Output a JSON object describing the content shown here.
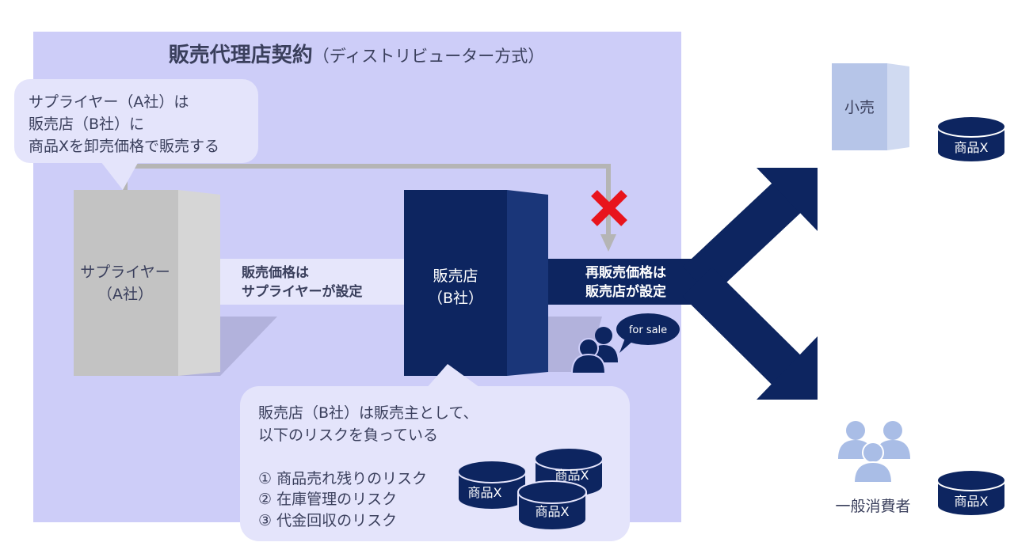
{
  "title": {
    "main": "販売代理店契約",
    "sub": "（ディストリビューター方式）"
  },
  "callout_supplier": {
    "lines": [
      "サプライヤー（A社）は",
      "販売店（B社）に",
      "商品Xを卸売価格で販売する"
    ]
  },
  "supplier": {
    "name": "サプライヤー",
    "company": "（A社）"
  },
  "supplier_price": {
    "lines": [
      "販売価格は",
      "サプライヤーが設定"
    ]
  },
  "seller": {
    "name": "販売店",
    "company": "（B社）"
  },
  "resale_price": {
    "lines": [
      "再販売価格は",
      "販売店が設定"
    ]
  },
  "for_sale": "for sale",
  "risk_callout": {
    "intro": [
      "販売店（B社）は販売主として、",
      "以下のリスクを負っている"
    ],
    "risks": [
      "① 商品売れ残りのリスク",
      "② 在庫管理のリスク",
      "③ 代金回収のリスク"
    ]
  },
  "product_label": "商品X",
  "retail": {
    "label": "小売"
  },
  "consumer": {
    "label": "一般消費者"
  },
  "colors": {
    "panel": "#cdcdf8",
    "navy": "#0d2560",
    "bubble": "#e4e4fb",
    "cross": "#e8141c",
    "consumer": "#a9bde6"
  }
}
